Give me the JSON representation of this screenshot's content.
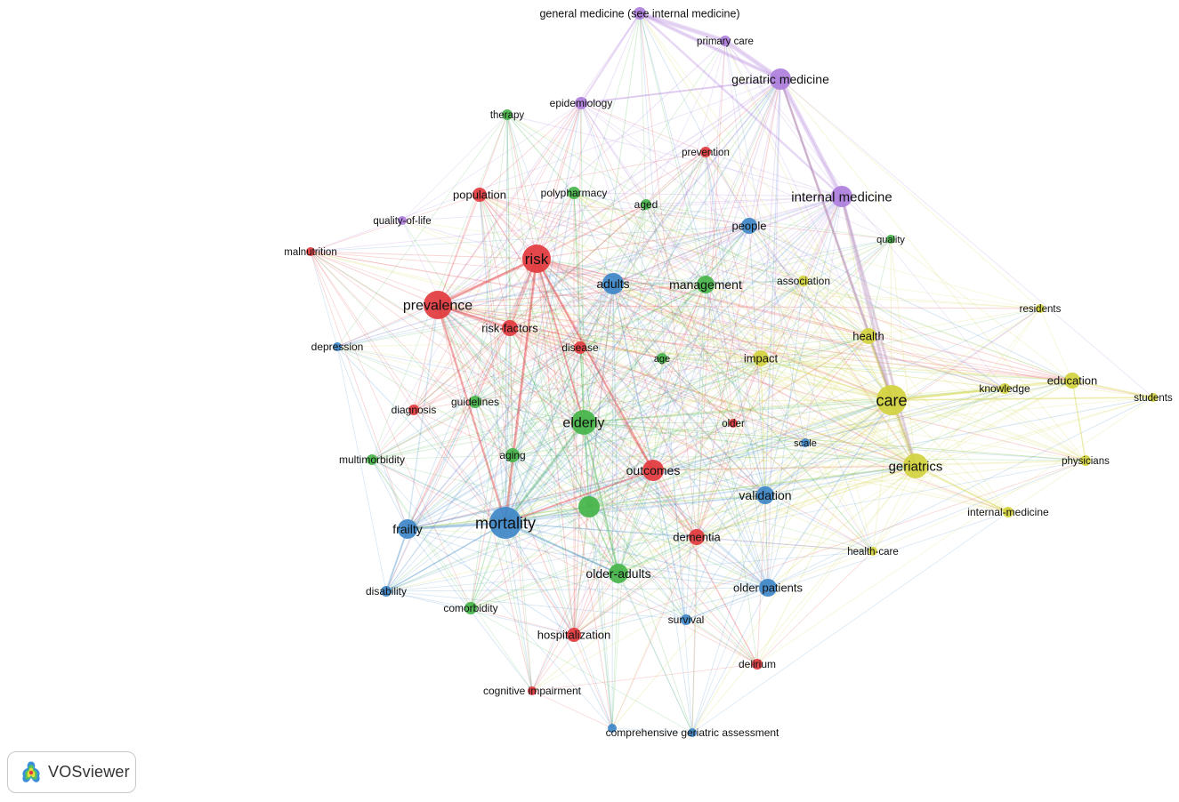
{
  "clusters": [
    {
      "color": "#e23a3e",
      "nodes": [
        "prevention",
        "population",
        "malnutrition",
        "risk",
        "prevalence",
        "risk-factors",
        "disease",
        "diagnosis",
        "older",
        "outcomes",
        "dementia",
        "hospitalization",
        "delirium",
        "cognitive impairment"
      ]
    },
    {
      "color": "#45b449",
      "nodes": [
        "therapy",
        "polypharmacy",
        "aged",
        "quality",
        "management",
        "age",
        "guidelines",
        "elderly",
        "aging",
        "multimorbidity",
        "older-adults",
        "comorbidity"
      ]
    },
    {
      "color": "#3e87c8",
      "nodes": [
        "people",
        "adults",
        "depression",
        "scale",
        "validation",
        "mortality",
        "frailty",
        "disability",
        "older patients",
        "survival",
        "comprehensive geriatric assessment"
      ]
    },
    {
      "color": "#d3d33f",
      "nodes": [
        "association",
        "residents",
        "health",
        "impact",
        "education",
        "knowledge",
        "students",
        "care",
        "geriatrics",
        "physicians",
        "internal-medicine",
        "health-care"
      ]
    },
    {
      "color": "#ae7fdc",
      "nodes": [
        "general medicine (see internal medicine)",
        "primary care",
        "geriatric medicine",
        "epidemiology",
        "internal medicine",
        "quality-of-life"
      ]
    }
  ],
  "logo": {
    "label": "VOSviewer",
    "icon": "vosviewer-logo-icon"
  }
}
